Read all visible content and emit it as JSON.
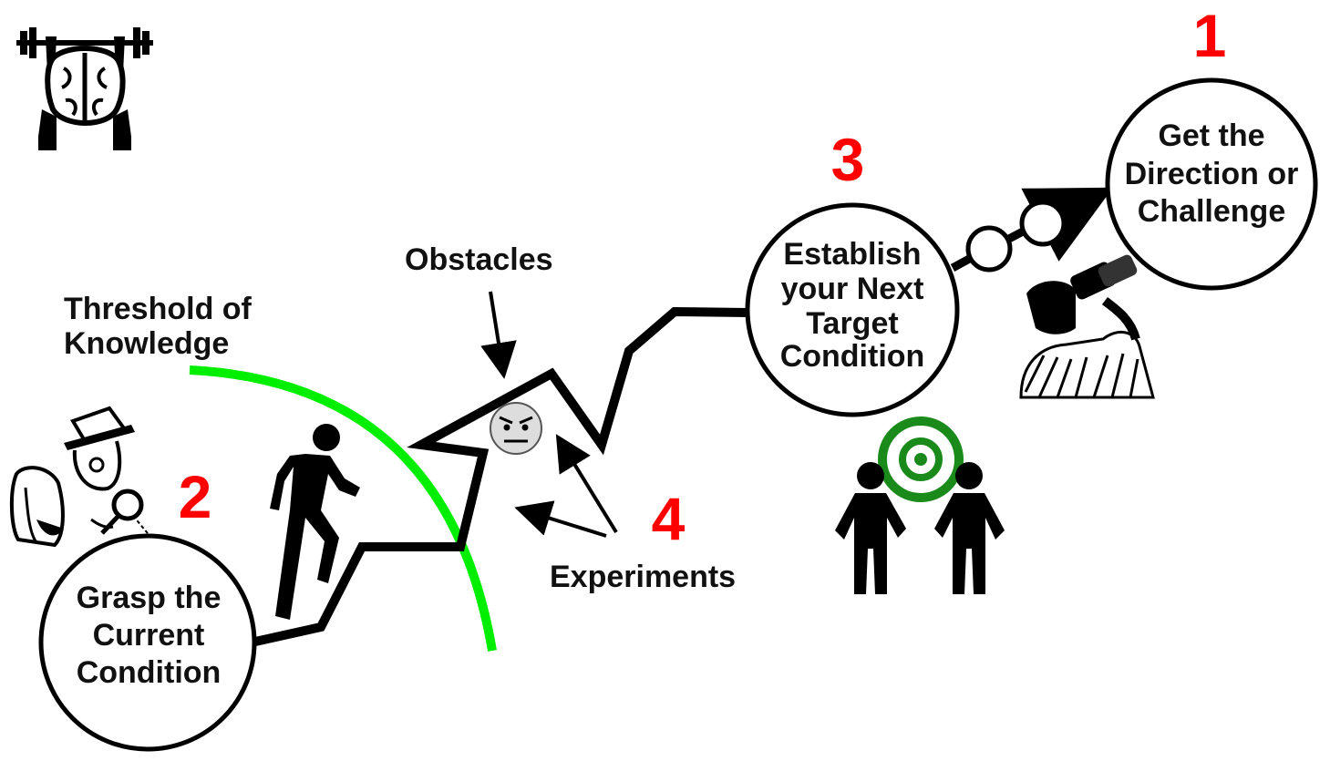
{
  "steps": {
    "step1": {
      "number": "1",
      "lines": [
        "Get the",
        "Direction or",
        "Challenge"
      ]
    },
    "step2": {
      "number": "2",
      "lines": [
        "Grasp the",
        "Current",
        "Condition"
      ]
    },
    "step3": {
      "number": "3",
      "lines": [
        "Establish",
        "your Next",
        "Target",
        "Condition"
      ]
    },
    "step4": {
      "number": "4"
    }
  },
  "labels": {
    "threshold": [
      "Threshold of",
      "Knowledge"
    ],
    "obstacles": "Obstacles",
    "experiments": "Experiments"
  },
  "colors": {
    "number": "#ff0000",
    "threshold_arc": "#00ee00",
    "target_ring": "#1a8a1a",
    "ink": "#000000"
  },
  "icons": [
    "brain-lifting-barbell-icon",
    "detective-magnifier-icon",
    "climbing-person-icon",
    "grumpy-face-icon",
    "target-bullseye-icon",
    "two-people-icon",
    "man-binoculars-icon"
  ]
}
